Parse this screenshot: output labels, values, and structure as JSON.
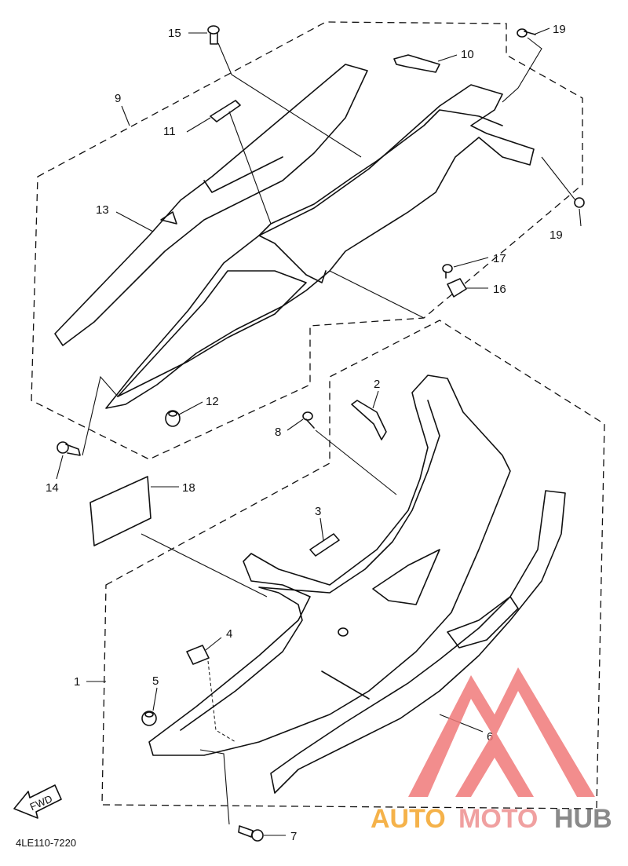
{
  "diagram_code": "4LE110-7220",
  "fwd_label": "FWD",
  "watermark": {
    "word_a": "AUTO",
    "word_b": "MOTO",
    "word_c": "HUB",
    "color_a": "#f5b24a",
    "color_b": "#f0a0a0",
    "color_c": "#8a8a8a",
    "logo_color": "#f07a7a"
  },
  "callouts": [
    "1",
    "2",
    "3",
    "4",
    "5",
    "6",
    "7",
    "8",
    "9",
    "10",
    "11",
    "12",
    "13",
    "14",
    "15",
    "16",
    "17",
    "18",
    "19",
    "19"
  ]
}
